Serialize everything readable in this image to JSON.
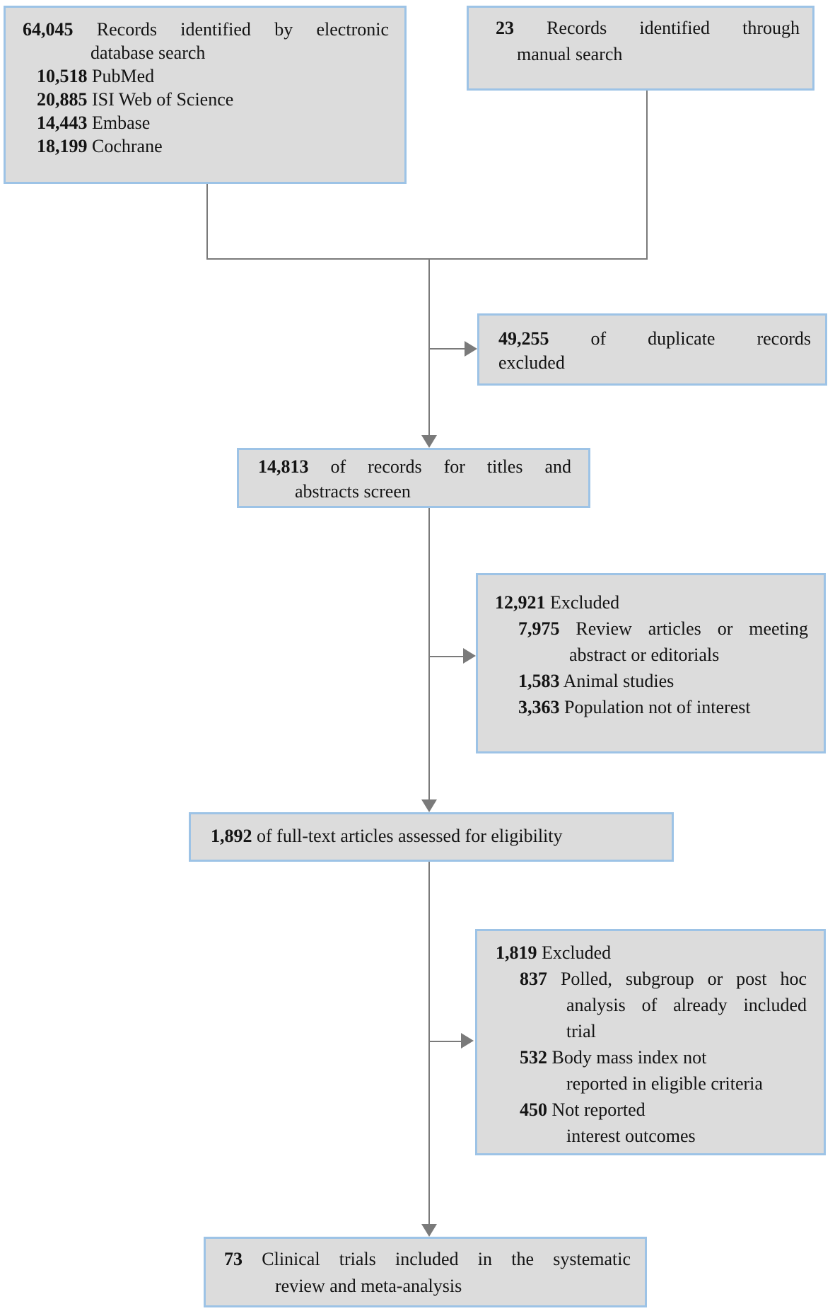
{
  "colors": {
    "box_fill": "#dcdcdc",
    "box_border": "#9dc3e6",
    "connector_line": "#7a7a7a",
    "text": "#141414"
  },
  "boxes": {
    "db_search": {
      "total": "64,045",
      "title_line1": "Records identified by electronic",
      "title_line2": "database search",
      "items": [
        {
          "num": "10,518",
          "label": "PubMed"
        },
        {
          "num": "20,885",
          "label": "ISI Web of Science"
        },
        {
          "num": "14,443",
          "label": "Embase"
        },
        {
          "num": "18,199",
          "label": "Cochrane"
        }
      ]
    },
    "manual_search": {
      "num": "23",
      "line1": "Records identified through",
      "line2": "manual search"
    },
    "duplicates_excluded": {
      "num": "49,255",
      "line1": "of duplicate records",
      "line2": "excluded"
    },
    "titles_abstracts": {
      "num": "14,813",
      "line1": "of records for titles and",
      "line2": "abstracts screen"
    },
    "screen_excluded": {
      "num": "12,921",
      "label": "Excluded",
      "items": [
        {
          "num": "7,975",
          "line1": "Review articles or meeting",
          "line2": "abstract or editorials"
        },
        {
          "num": "1,583",
          "line1": "Animal studies"
        },
        {
          "num": "3,363",
          "line1": "Population not of interest"
        }
      ]
    },
    "fulltext": {
      "num": "1,892",
      "label": "of full-text articles assessed for eligibility"
    },
    "fulltext_excluded": {
      "num": "1,819",
      "label": "Excluded",
      "items": [
        {
          "num": "837",
          "line1": "Polled, subgroup or post hoc",
          "line2": "analysis of already included",
          "line3": "trial"
        },
        {
          "num": "532",
          "line1": "Body mass index not",
          "line2": "reported in eligible criteria"
        },
        {
          "num": "450",
          "line1": "Not reported",
          "line2": "interest outcomes"
        }
      ]
    },
    "included": {
      "num": "73",
      "line1": "Clinical trials included in the systematic",
      "line2": "review and meta-analysis"
    }
  }
}
